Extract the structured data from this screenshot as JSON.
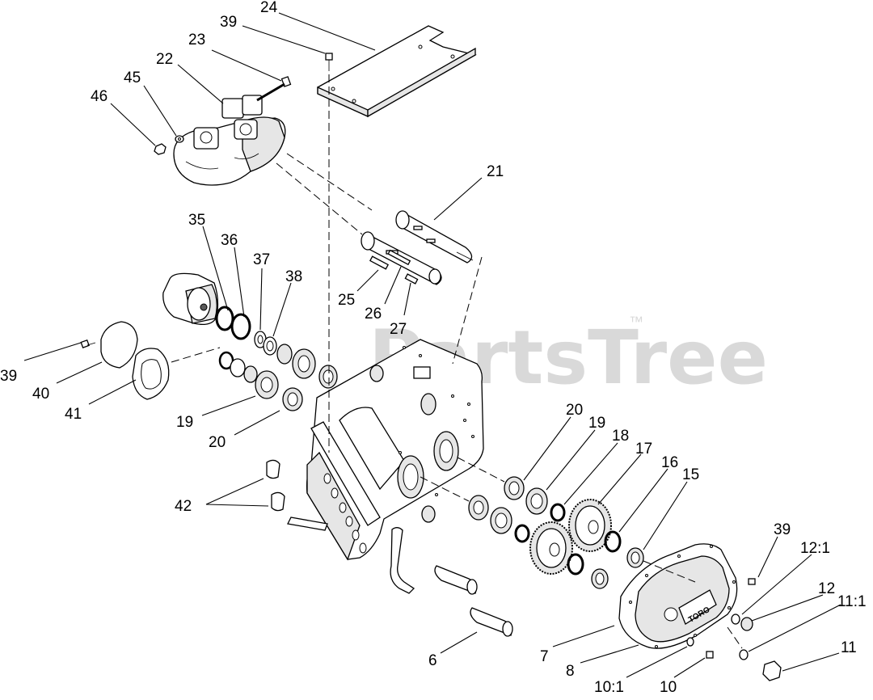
{
  "watermark": {
    "text": "PartsTree",
    "trademark": "™"
  },
  "logo": {
    "text": "TORO"
  },
  "callouts": [
    {
      "id": "c24",
      "text": "24"
    },
    {
      "id": "c39a",
      "text": "39"
    },
    {
      "id": "c23",
      "text": "23"
    },
    {
      "id": "c22",
      "text": "22"
    },
    {
      "id": "c45",
      "text": "45"
    },
    {
      "id": "c46",
      "text": "46"
    },
    {
      "id": "c21",
      "text": "21"
    },
    {
      "id": "c35",
      "text": "35"
    },
    {
      "id": "c36",
      "text": "36"
    },
    {
      "id": "c37",
      "text": "37"
    },
    {
      "id": "c38",
      "text": "38"
    },
    {
      "id": "c25",
      "text": "25"
    },
    {
      "id": "c26",
      "text": "26"
    },
    {
      "id": "c27",
      "text": "27"
    },
    {
      "id": "c39b",
      "text": "39"
    },
    {
      "id": "c40",
      "text": "40"
    },
    {
      "id": "c41",
      "text": "41"
    },
    {
      "id": "c19a",
      "text": "19"
    },
    {
      "id": "c20a",
      "text": "20"
    },
    {
      "id": "c20b",
      "text": "20"
    },
    {
      "id": "c19b",
      "text": "19"
    },
    {
      "id": "c18",
      "text": "18"
    },
    {
      "id": "c17",
      "text": "17"
    },
    {
      "id": "c16",
      "text": "16"
    },
    {
      "id": "c15",
      "text": "15"
    },
    {
      "id": "c42",
      "text": "42"
    },
    {
      "id": "c39c",
      "text": "39"
    },
    {
      "id": "c12_1",
      "text": "12:1"
    },
    {
      "id": "c12",
      "text": "12"
    },
    {
      "id": "c11_1",
      "text": "11:1"
    },
    {
      "id": "c11",
      "text": "11"
    },
    {
      "id": "c6",
      "text": "6"
    },
    {
      "id": "c7",
      "text": "7"
    },
    {
      "id": "c8",
      "text": "8"
    },
    {
      "id": "c10_1",
      "text": "10:1"
    },
    {
      "id": "c10",
      "text": "10"
    }
  ]
}
